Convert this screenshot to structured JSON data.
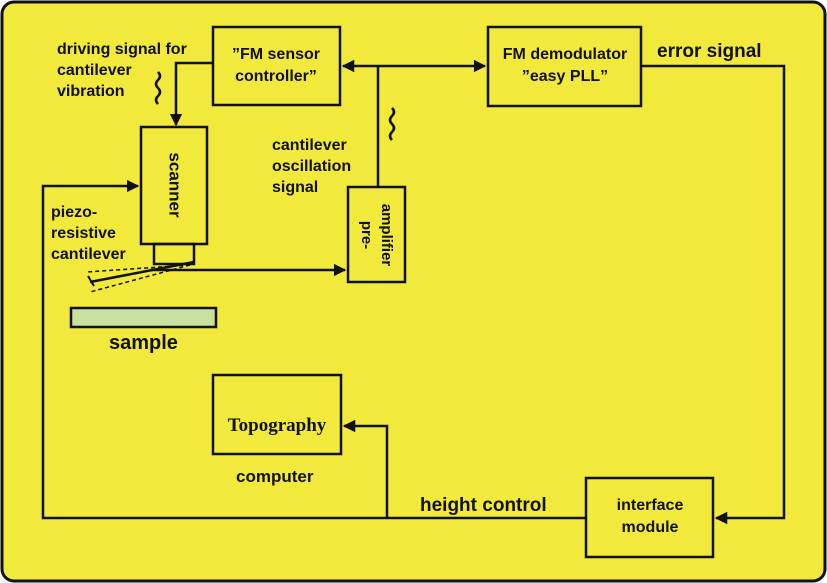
{
  "colors": {
    "background": "#f2e93d",
    "border": "#111111",
    "sample_fill": "#c8e0a0"
  },
  "blocks": {
    "fm_controller": {
      "line1": "”FM sensor",
      "line2": "controller”"
    },
    "fm_demodulator": {
      "line1": "FM demodulator",
      "line2": "”easy PLL”"
    },
    "scanner": {
      "label": "scanner"
    },
    "preamplifier": {
      "line1": "pre-",
      "line2": "amplifier"
    },
    "computer_screen": {
      "label": "Topography"
    },
    "interface_module": {
      "line1": "interface",
      "line2": "module"
    }
  },
  "labels": {
    "driving_signal": [
      "driving signal for",
      "cantilever",
      "vibration"
    ],
    "error_signal": "error signal",
    "cantilever_oscillation": [
      "cantilever",
      "oscillation",
      "signal"
    ],
    "piezo_cantilever": [
      "piezo-",
      "resistive",
      "cantilever"
    ],
    "sample": "sample",
    "computer": "computer",
    "height_control": "height control"
  },
  "icons": {
    "wavy_signal": "wavy-signal-icon",
    "arrowhead": "arrowhead-icon"
  }
}
